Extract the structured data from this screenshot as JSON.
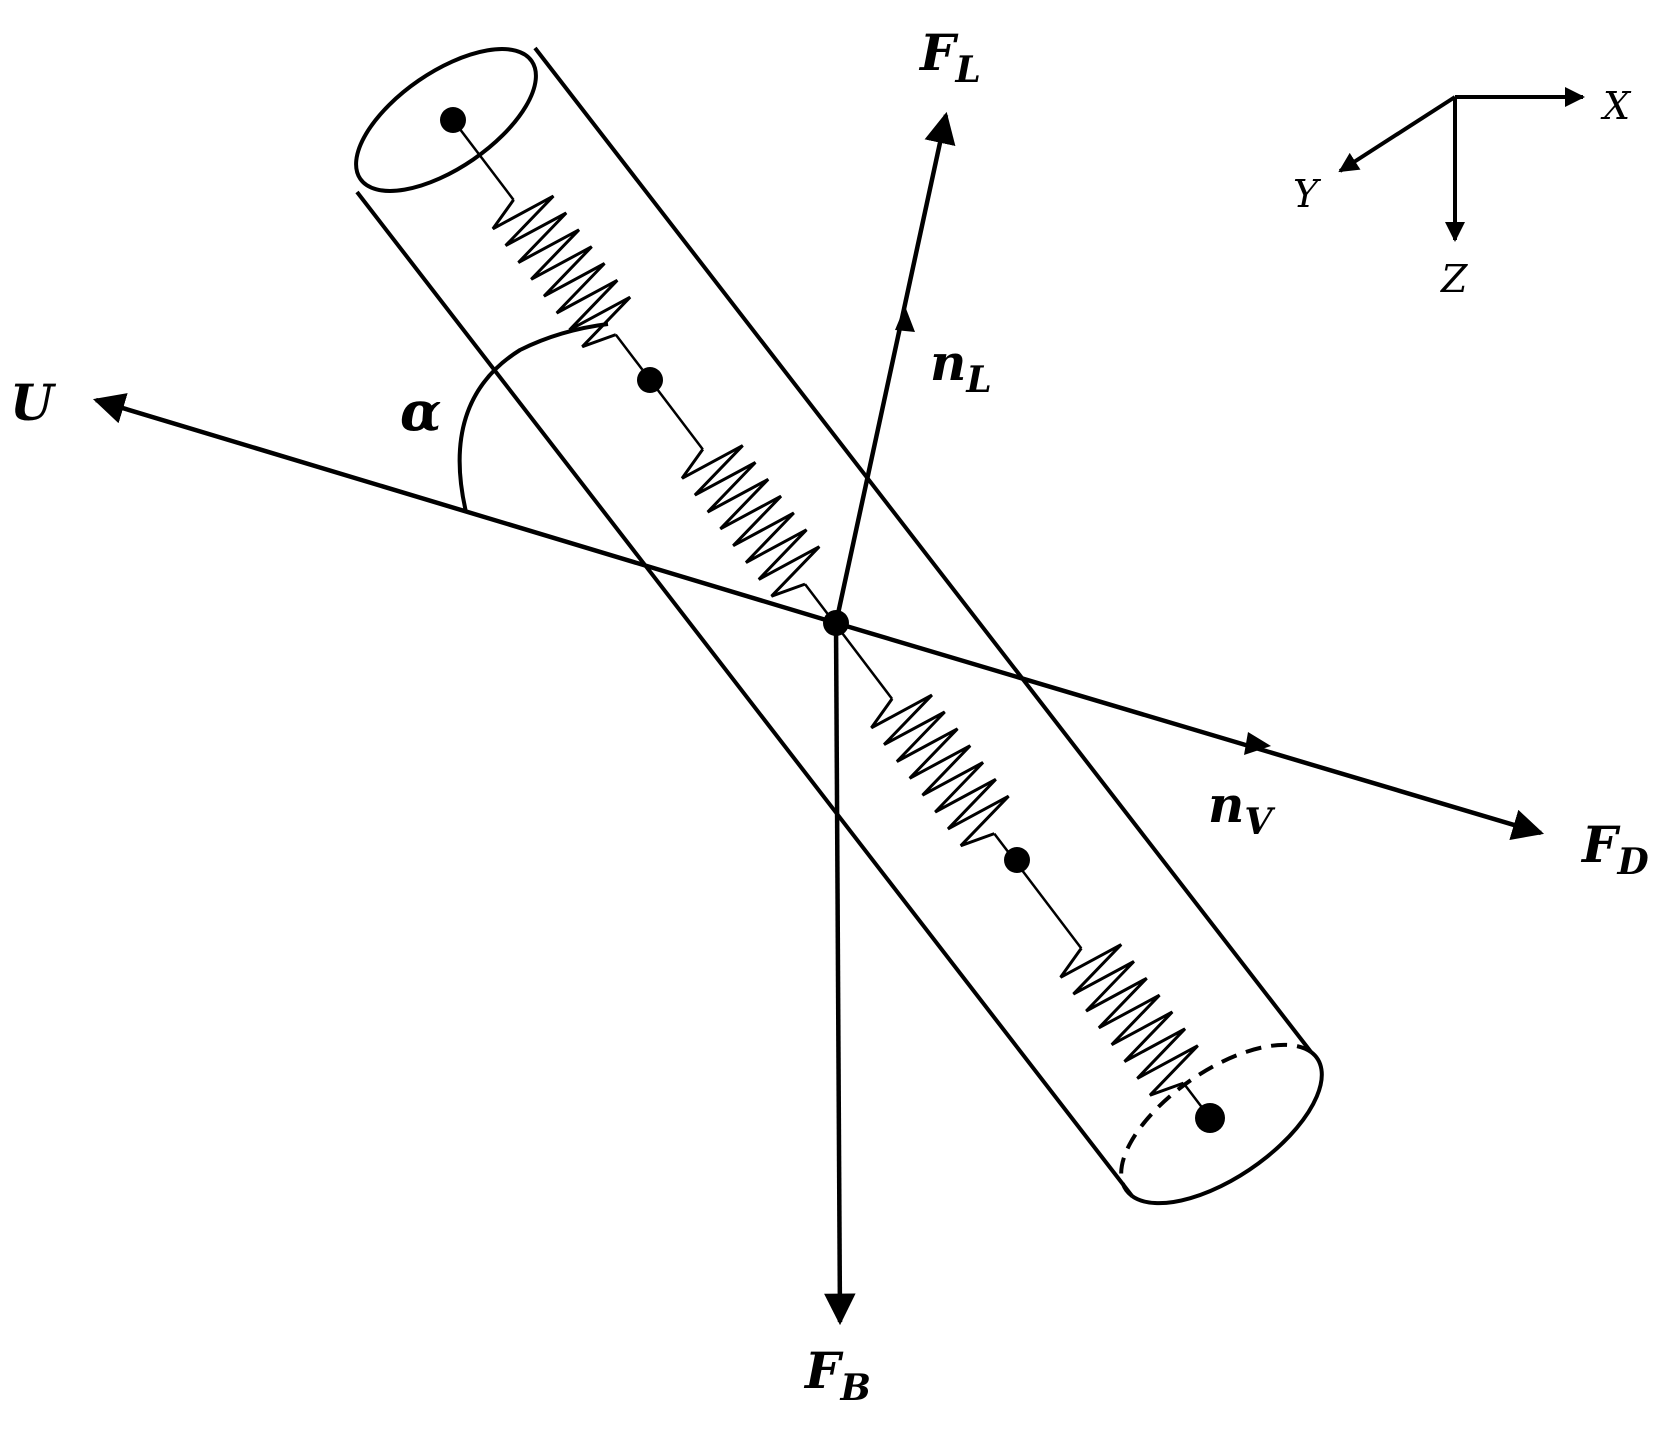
{
  "labels": {
    "lift_force": {
      "main": "F",
      "sub": "L"
    },
    "lift_direction": {
      "main": "n",
      "sub": "L"
    },
    "flow_velocity": {
      "main": "U"
    },
    "angle": {
      "main": "α"
    },
    "normal_velocity": {
      "main": "n",
      "sub": "V"
    },
    "drag_force": {
      "main": "F",
      "sub": "D"
    },
    "buoyancy_force": {
      "main": "F",
      "sub": "B"
    }
  },
  "axes": {
    "x": "X",
    "y": "Y",
    "z": "Z"
  },
  "colors": {
    "ink": "#000000",
    "background": "#ffffff"
  }
}
